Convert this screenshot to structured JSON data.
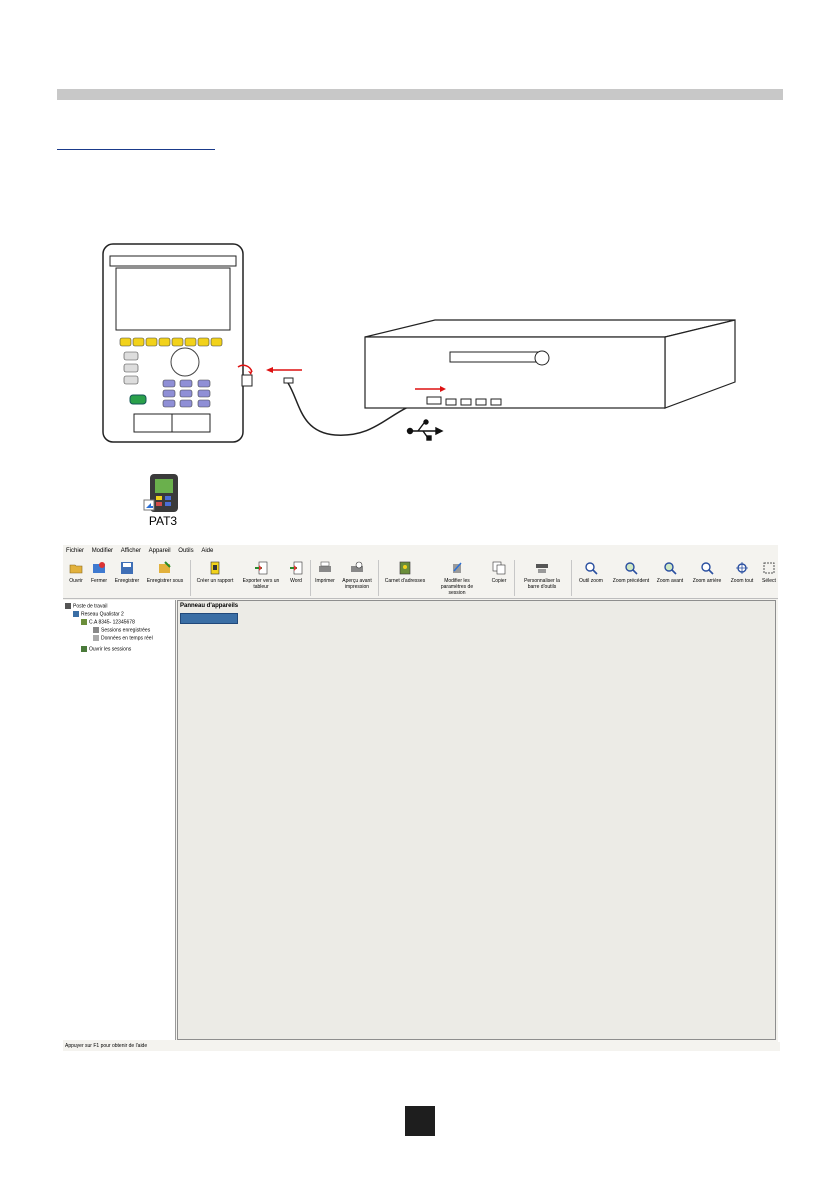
{
  "illustration": {
    "shortcut_label": "PAT3"
  },
  "app": {
    "menu": [
      "Fichier",
      "Modifier",
      "Afficher",
      "Appareil",
      "Outils",
      "Aide"
    ],
    "toolbar": {
      "ouvrir": "Ouvrir",
      "fermer": "Fermer",
      "enregistrer": "Enregistrer",
      "enregistrer_sous": "Enregistrer sous",
      "creer_rapport": "Créer un rapport",
      "exporter": "Exporter vers un tableur",
      "word": "Word",
      "imprimer": "Imprimer",
      "apercu": "Aperçu avant impression",
      "carnet": "Carnet d'adresses",
      "modifier_params": "Modifier les paramètres de session",
      "copier": "Copier",
      "personnaliser": "Personnaliser la barre d'outils",
      "outil_zoom": "Outil zoom",
      "zoom_precedent": "Zoom précédent",
      "zoom_avant": "Zoom avant",
      "zoom_arriere": "Zoom arrière",
      "zoom_tout": "Zoom tout",
      "select": "Sélect"
    },
    "tree": {
      "poste": "Poste de travail",
      "reseau": "Reseau Qualistar 2",
      "device": "C.A 8345- 12345678",
      "sessions": "Sessions enregistrées",
      "donnees": "Données en temps réel",
      "ouvrir_sessions": "Ouvrir les sessions"
    },
    "panel_title": "Panneau d'appareils",
    "status": "Appuyer sur F1 pour obtenir de l'aide"
  }
}
